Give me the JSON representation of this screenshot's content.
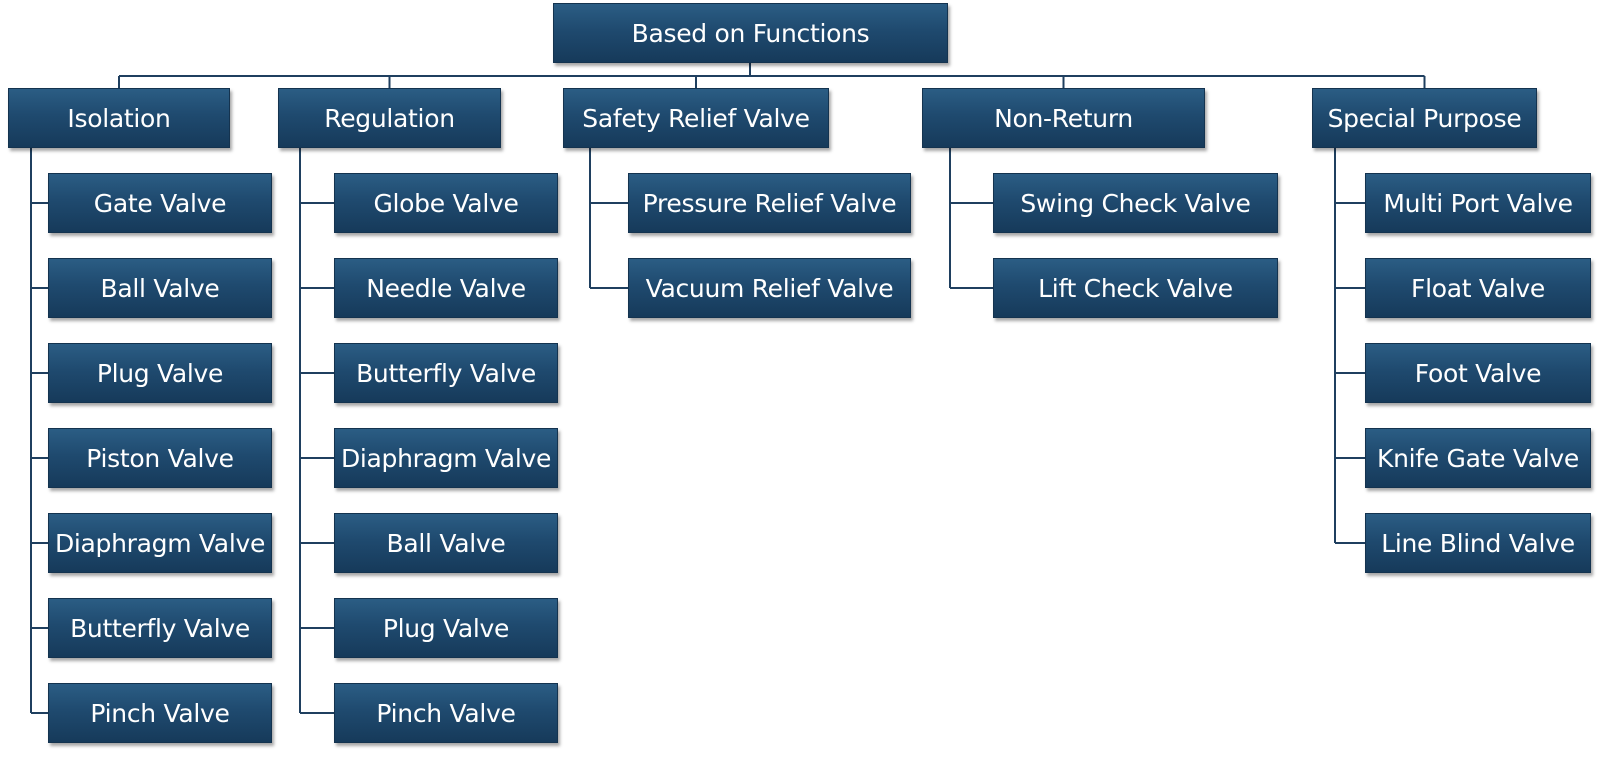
{
  "root": {
    "label": "Based on Functions"
  },
  "categories": [
    {
      "label": "Isolation",
      "items": [
        "Gate Valve",
        "Ball Valve",
        "Plug Valve",
        "Piston Valve",
        "Diaphragm Valve",
        "Butterfly Valve",
        "Pinch Valve"
      ]
    },
    {
      "label": "Regulation",
      "items": [
        "Globe Valve",
        "Needle Valve",
        "Butterfly Valve",
        "Diaphragm Valve",
        "Ball Valve",
        "Plug Valve",
        "Pinch Valve"
      ]
    },
    {
      "label": "Safety Relief Valve",
      "items": [
        "Pressure Relief Valve",
        "Vacuum Relief Valve"
      ]
    },
    {
      "label": "Non-Return",
      "items": [
        "Swing Check Valve",
        "Lift Check Valve"
      ]
    },
    {
      "label": "Special Purpose",
      "items": [
        "Multi Port Valve",
        "Float Valve",
        "Foot Valve",
        "Knife Gate Valve",
        "Line Blind Valve"
      ]
    }
  ],
  "colors": {
    "box_fill_top": "#2b5d84",
    "box_fill_bottom": "#163a5a",
    "connector": "#1f3f5f",
    "text": "#ffffff"
  }
}
